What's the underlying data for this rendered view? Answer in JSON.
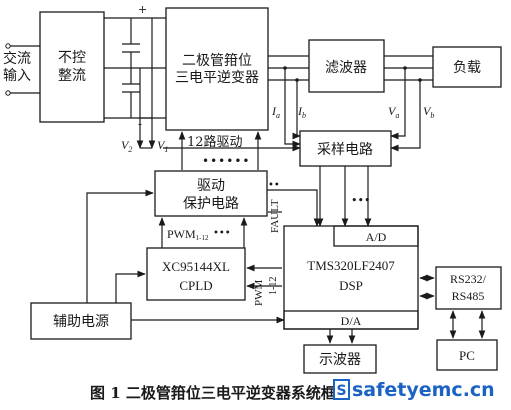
{
  "blocks": {
    "ac_input": [
      "交流",
      "输入"
    ],
    "rectifier": [
      "不控",
      "整流"
    ],
    "inverter": [
      "二极管箝位",
      "三电平逆变器"
    ],
    "filter": "滤波器",
    "load": "负载",
    "sampling": "采样电路",
    "driver": [
      "驱动",
      "保护电路"
    ],
    "cpld": [
      "XC95144XL",
      "CPLD"
    ],
    "dsp": [
      "TMS320LF2407",
      "DSP"
    ],
    "ad": "A/D",
    "da": "D/A",
    "aux_power": "辅助电源",
    "rs": [
      "RS232/",
      "RS485"
    ],
    "pc": "PC",
    "scope": "示波器"
  },
  "labels": {
    "plus": "+",
    "minus": "-",
    "v2": "V",
    "v2_sub": "2",
    "v1": "V",
    "v1_sub": "1",
    "ia": "I",
    "ia_sub": "a",
    "ib": "I",
    "ib_sub": "b",
    "va": "V",
    "va_sub": "a",
    "vb": "V",
    "vb_sub": "b",
    "drive12": "12路驱动",
    "pwm": "PWM",
    "pwm_sub": "1-12",
    "fault": "FAULT",
    "pwm_vert": "PWM",
    "pwm_vert2": "1-12"
  },
  "caption": "图 1    二极管箝位三电平逆变器系统框图",
  "watermark": {
    "badge": "S",
    "text": "safetyemc.cn",
    "color": "#1a62c4"
  }
}
